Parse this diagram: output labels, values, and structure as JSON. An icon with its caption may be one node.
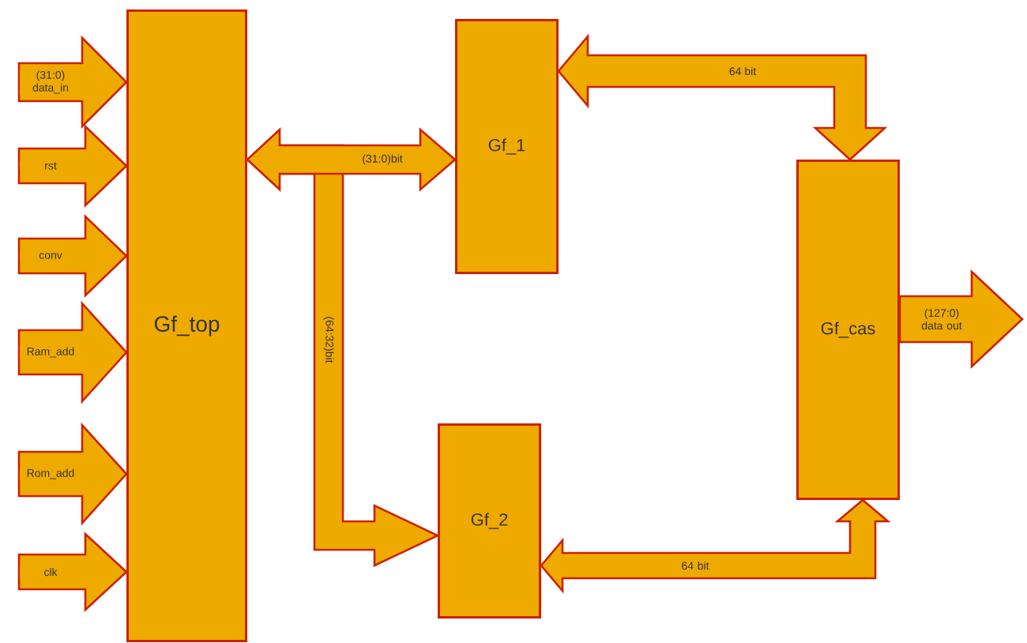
{
  "diagram": {
    "nodes": [
      {
        "text": [
          "Gf_top"
        ]
      },
      {
        "text": [
          "Gf_1"
        ]
      },
      {
        "text": [
          "Gf_2"
        ]
      },
      {
        "text": [
          "Gf_cas"
        ]
      }
    ],
    "edges": [
      {
        "from": null,
        "to": 0,
        "arrow": "to",
        "label": "(31:0) data_in"
      },
      {
        "from": null,
        "to": 0,
        "arrow": "to",
        "label": "rst"
      },
      {
        "from": null,
        "to": 0,
        "arrow": "to",
        "label": "conv"
      },
      {
        "from": null,
        "to": 0,
        "arrow": "to",
        "label": "Ram_add"
      },
      {
        "from": null,
        "to": 0,
        "arrow": "to",
        "label": "Rom_add"
      },
      {
        "from": null,
        "to": 0,
        "arrow": "to",
        "label": "clk"
      },
      {
        "from": 0,
        "to": 1,
        "arrow": "both",
        "label": "(31:0)bit"
      },
      {
        "from": 0,
        "to": 2,
        "arrow": "to",
        "label": "(64:32)bit"
      },
      {
        "from": 3,
        "to": 1,
        "arrow": "both",
        "label": "64 bit"
      },
      {
        "from": 2,
        "to": 3,
        "arrow": "both",
        "label": "64 bit"
      },
      {
        "from": 3,
        "to": null,
        "arrow": "to",
        "label": "(127:0) data out"
      }
    ]
  }
}
